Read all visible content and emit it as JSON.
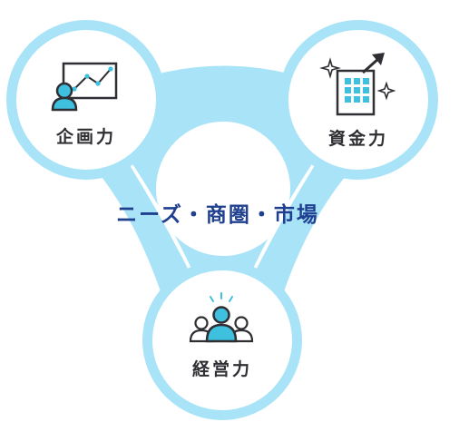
{
  "diagram": {
    "center_label": "ニーズ・商圏・市場",
    "nodes": [
      {
        "id": "planning",
        "label": "企画力",
        "icon": "presentation-chart-icon"
      },
      {
        "id": "capital",
        "label": "資金力",
        "icon": "building-growth-icon"
      },
      {
        "id": "management",
        "label": "経営力",
        "icon": "team-people-icon"
      }
    ],
    "colors": {
      "ring": "#a9e3f8",
      "ring_fill": "#ffffff",
      "center_text": "#1f3f8f",
      "label_text": "#2e2e33",
      "icon_dark": "#2e2e33",
      "icon_accent": "#3fc0df"
    }
  }
}
